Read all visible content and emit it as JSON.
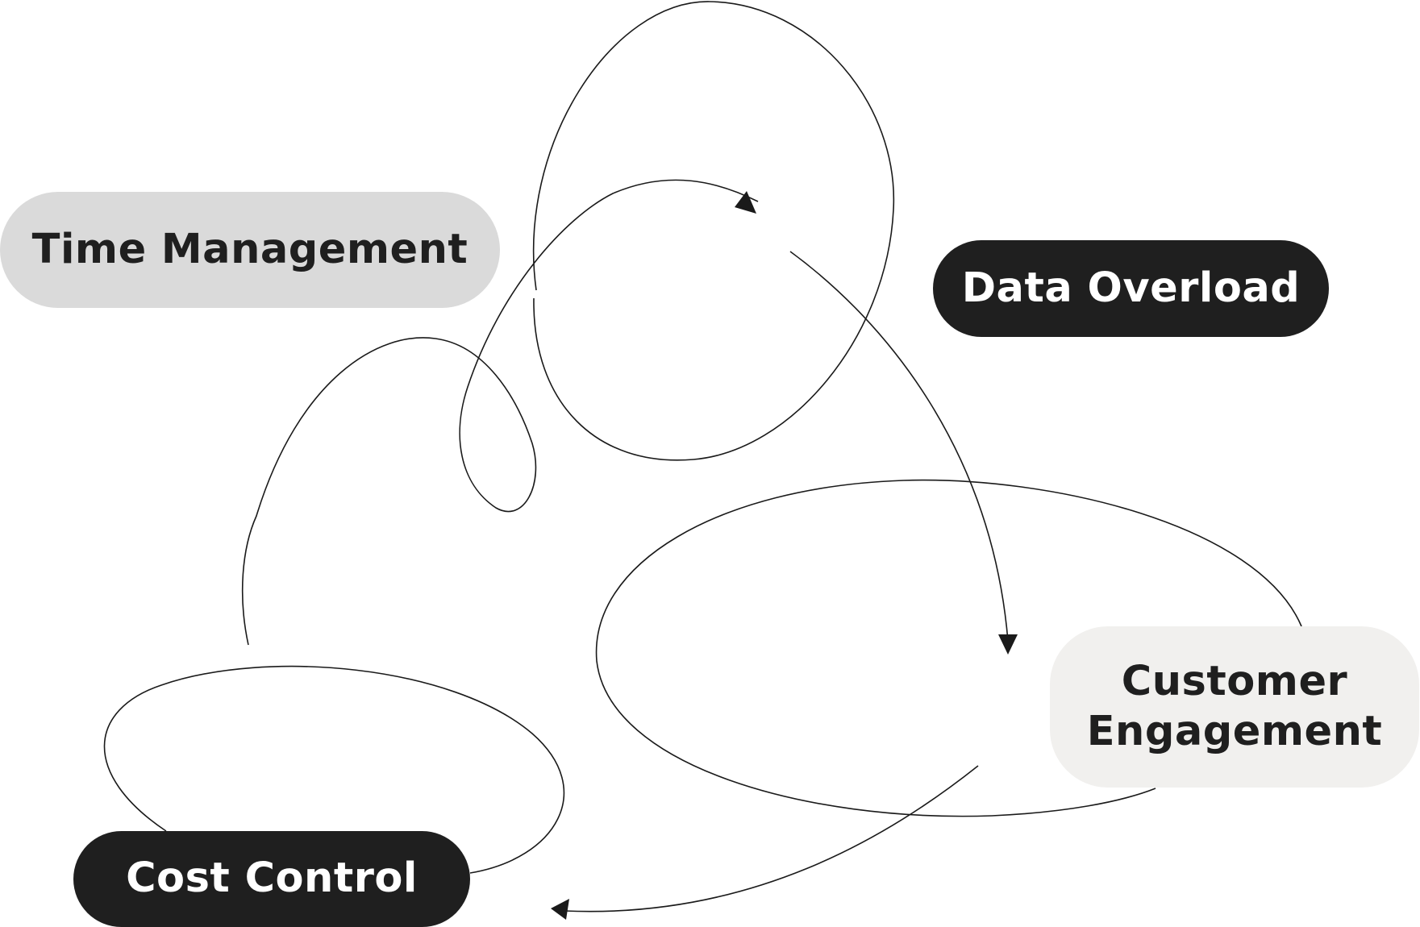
{
  "diagram": {
    "nodes": [
      {
        "id": "time-management",
        "label": "Time Management",
        "style": "light",
        "color": "#dadada"
      },
      {
        "id": "data-overload",
        "label": "Data Overload",
        "style": "dark",
        "color": "#1f1f1f"
      },
      {
        "id": "customer-engagement",
        "label_lines": [
          "Customer",
          "Engagement"
        ],
        "style": "cream",
        "color": "#f1f0ee"
      },
      {
        "id": "cost-control",
        "label": "Cost Control",
        "style": "dark",
        "color": "#1f1f1f"
      }
    ],
    "connections": [
      {
        "from": "cost-control",
        "to": "data-overload",
        "shape": "looping-curve",
        "arrowhead": true
      },
      {
        "from": "data-overload",
        "to": "customer-engagement",
        "shape": "arc",
        "arrowhead": true
      },
      {
        "from": "customer-engagement",
        "to": "cost-control",
        "shape": "looping-curve",
        "arrowhead": true
      }
    ],
    "colors": {
      "line": "#1a1a1a",
      "dark_fill": "#1f1f1f",
      "light_fill": "#dadada",
      "cream_fill": "#f1f0ee",
      "background": "#ffffff"
    }
  }
}
